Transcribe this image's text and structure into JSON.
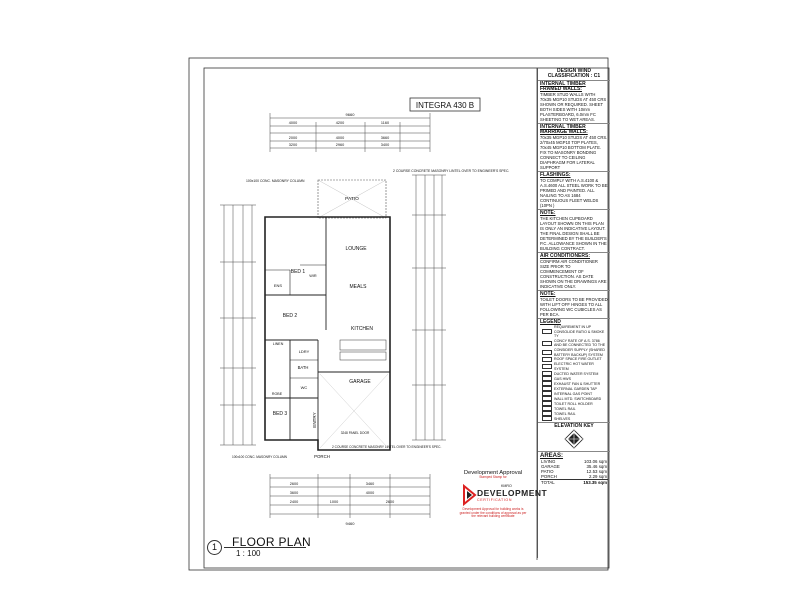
{
  "plan": {
    "model_name": "INTEGRA 430 B",
    "title": "FLOOR PLAN",
    "scale": "1 : 100",
    "view_number": "1",
    "rooms": {
      "patio": "PATIO",
      "lounge": "LOUNGE",
      "meals": "MEALS",
      "kitchen": "KITCHEN",
      "bed1": "BED 1",
      "bed2": "BED 2",
      "bed3": "BED 3",
      "bath": "BATH",
      "ens": "ENS",
      "wc": "WC",
      "ldry": "LDRY",
      "entry": "ENTRY",
      "garage": "GARAGE",
      "porch": "PORCH",
      "wir": "WIR",
      "robe": "ROBE",
      "linen": "LINEN"
    },
    "top_dims": {
      "overall": "9660",
      "row2": [
        "4000",
        "4200",
        "1160"
      ],
      "row3": [
        "2000",
        "4000",
        "3660"
      ],
      "row4": [
        "3200",
        "2960",
        "3400"
      ]
    },
    "bottom_dims": {
      "overall": "9460",
      "row1": [
        "2600",
        "3460"
      ],
      "row2": [
        "3600",
        "4000"
      ],
      "row3": [
        "2400",
        "1000",
        "2600"
      ]
    },
    "annotations": {
      "lintel_top": "2 COURSE CONCRETE MASONRY LINTEL OVER TO ENGINEER'S SPEC.",
      "column_left": "100x100 CONC. MASONRY COLUMN",
      "lintel_bottom": "2 COURSE CONCRETE MASONRY LINTEL OVER TO ENGINEER'S SPEC.",
      "column_bottom": "100x100 CONC. MASONRY COLUMN",
      "garage_door": "3248 PANEL DOOR"
    }
  },
  "notes": {
    "wind_title": "DESIGN WIND CLASSIFICATION : C1",
    "internal_walls_title": "INTERNAL TIMBER FRAMED WALLS:",
    "internal_walls_text": "TIMBER STUD WALLS WITH 70x35 MGP10 STUDS AT 450 CRS SHOWN OR REQUIRED. SHEET BOTH SIDES WITH 10mm PLASTERBOARD, 6.0mm FC SHEETING TO WET AREAS.",
    "internal_masonry_title": "INTERNAL TIMBER MARRIAGE WALLS:",
    "internal_masonry_text": "70x35 MGP10 STUDS AT 450 CRS. 2/70x45 MGP10 TOP PLATES, 70x45 MGP10 BOTTOM PLATE. FIX TO MASONRY BONDING CONNECT TO CEILING DIAPHRAGM FOR LATERAL SUPPORT",
    "flashing_title": "FLASHINGS:",
    "flashing_text": "TO COMPLY WITH A.S.4100 & A.S.4600 ALL STEEL WORK TO BE PRIMED AND PAINTED. ALL NAILING TO AS 1684 CONTINUOUS FLEET WELDS (10PN )",
    "note_title": "NOTE:",
    "note_text": "THE KITCHEN CUPBOARD LAYOUT SHOWN ON THIS PLAN IS ONLY AN INDICATIVE LAYOUT. THE FINAL DESIGN SHALL BE DETERMINED BY THE BUILDER'S P.C. ALLOWANCE SHOWN IN THE BUILDING CONTRACT.",
    "aircon_title": "AIR CONDITIONERS:",
    "aircon_text": "CONFIRM AIR CONDITIONER SIZE PRIOR TO COMMENCEMENT OF CONSTRUCTION. AS DATE SHOWN ON THE DRAWINGS ARE INDICATIVE ONLY.",
    "note2_title": "NOTE:",
    "note2_text": "TOILET DOORS TO BE PROVIDED WITH LIFT OFF HINGES TO ALL FOLLOWING WC CUBICLES AS PER BCA.",
    "legend_title": "LEGEND",
    "legend_items": [
      "REQUIREMENT IN UP CONSOLIDE RATIO & SMOKE TY",
      "CONCY RATE OF A.S. 3786 AND BE CONNECTED TO THE",
      "CONSIDER SUPPLY (SHARED BATTERY BACKUP) SYSTEM",
      "ROOF SPACE FIRE OUTLET",
      "ELECTRIC HOT WATER SYSTEM",
      "DUCTED WATER SYSTEM",
      "GAS HWS",
      "EXHAUST FAN & SHUTTER",
      "EXTERNAL GARDEN TAP",
      "INTERNAL GAS POINT",
      "WALL MTD. SWITCHBOARD",
      "TOILET ROLL HOLDER",
      "TOWEL RAIL",
      "TOWEL RAIL",
      "SHELVES"
    ],
    "elevation_key_title": "ELEVATION KEY",
    "areas_title": "AREAS:",
    "areas": [
      {
        "name": "LIVING",
        "value": "103.06 sqm"
      },
      {
        "name": "GARAGE",
        "value": "35.46 sqm"
      },
      {
        "name": "PATIO",
        "value": "12.53 sqm"
      },
      {
        "name": "PORCH",
        "value": "2.29 sqm"
      },
      {
        "name": "TOTAL",
        "value": "153.35 sqm"
      }
    ]
  },
  "approval": {
    "heading": "Development Approval",
    "sub_heading": "Stamped Stamp for",
    "brand": "DEVELOPMENT",
    "brand_top": "KMRO",
    "brand_sub": "CERTIFICATION",
    "footer": "Development Approval for building works is granted under the conditions of approval as per the relevant building certificate"
  }
}
